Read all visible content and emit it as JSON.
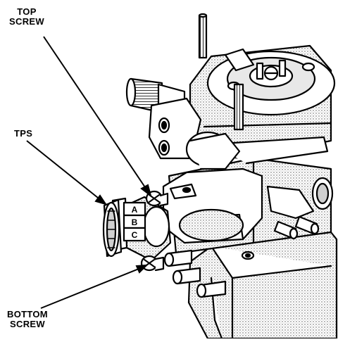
{
  "callouts": {
    "top_screw": [
      "TOP",
      "SCREW"
    ],
    "tps": "TPS",
    "bottom_screw": [
      "BOTTOM",
      "SCREW"
    ]
  },
  "connector_pins": [
    "A",
    "B",
    "C"
  ],
  "colors": {
    "ink": "#000000",
    "paper": "#ffffff",
    "shade": "#d8d8d8"
  }
}
